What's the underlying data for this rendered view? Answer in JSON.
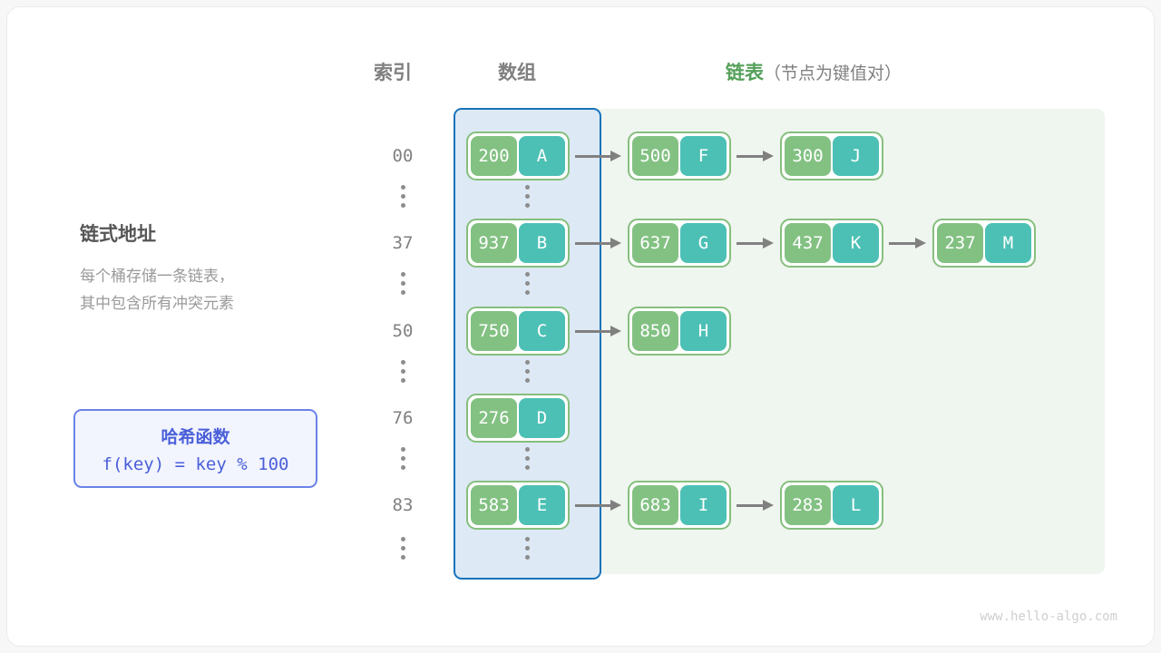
{
  "headers": {
    "index": "索引",
    "array": "数组",
    "list_main": "链表",
    "list_sub": "（节点为键值对）"
  },
  "description": {
    "title": "链式地址",
    "line1": "每个桶存储一条链表，",
    "line2": "其中包含所有冲突元素"
  },
  "hash_function": {
    "title": "哈希函数",
    "formula": "f(key) = key % 100"
  },
  "watermark": "www.hello-algo.com",
  "colors": {
    "key_cell": "#83c183",
    "value_cell": "#4dc0b5",
    "node_border": "#86bf7e",
    "array_panel_bg": "#dde9f4",
    "array_panel_border": "#1673bd",
    "list_panel_bg": "#eff5ef",
    "list_accent": "#54a05a",
    "hash_box_border": "#6b82e8",
    "hash_box_text": "#4a5fd8",
    "arrow": "#808080",
    "index_text": "#808080"
  },
  "rows": [
    {
      "index": "00",
      "bucket": {
        "key": "200",
        "value": "A"
      },
      "chain": [
        {
          "key": "500",
          "value": "F"
        },
        {
          "key": "300",
          "value": "J"
        }
      ]
    },
    {
      "index": "37",
      "bucket": {
        "key": "937",
        "value": "B"
      },
      "chain": [
        {
          "key": "637",
          "value": "G"
        },
        {
          "key": "437",
          "value": "K"
        },
        {
          "key": "237",
          "value": "M"
        }
      ]
    },
    {
      "index": "50",
      "bucket": {
        "key": "750",
        "value": "C"
      },
      "chain": [
        {
          "key": "850",
          "value": "H"
        }
      ]
    },
    {
      "index": "76",
      "bucket": {
        "key": "276",
        "value": "D"
      },
      "chain": []
    },
    {
      "index": "83",
      "bucket": {
        "key": "583",
        "value": "E"
      },
      "chain": [
        {
          "key": "683",
          "value": "I"
        },
        {
          "key": "283",
          "value": "L"
        }
      ]
    }
  ]
}
